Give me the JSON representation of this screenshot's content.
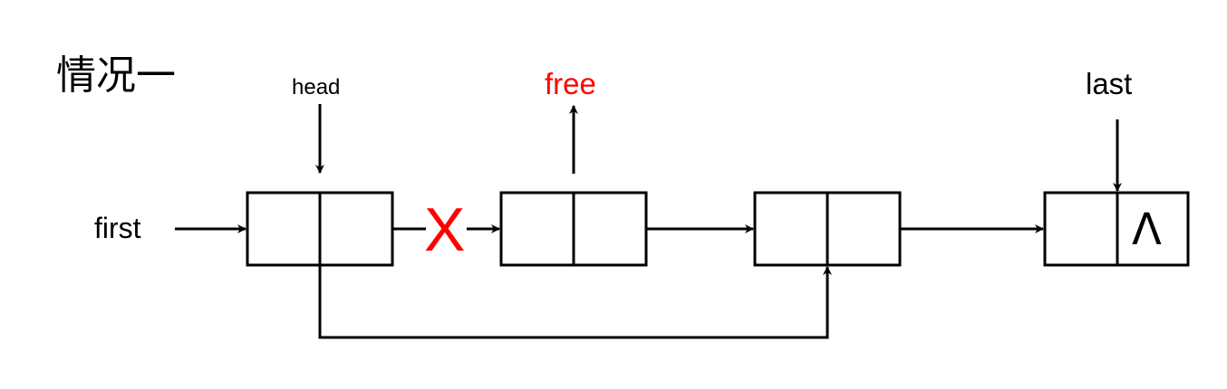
{
  "title": "情况一",
  "pointers": {
    "head": "head",
    "free": "free",
    "last": "last",
    "first": "first"
  },
  "cut_mark": "X",
  "null_symbol": "Λ",
  "colors": {
    "stroke": "#000000",
    "highlight": "#ff0000",
    "background": "#ffffff"
  }
}
